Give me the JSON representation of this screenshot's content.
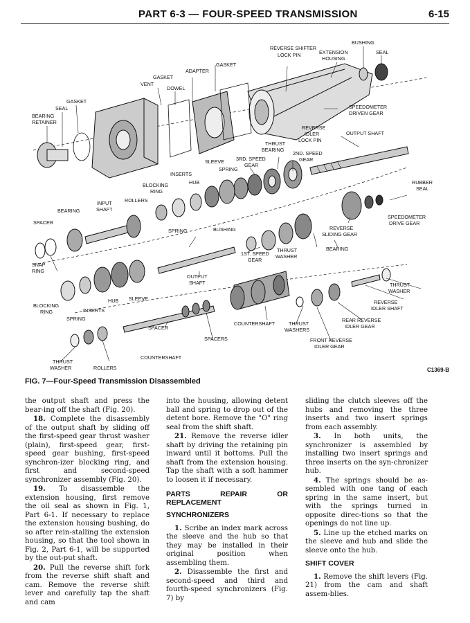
{
  "header": {
    "title": "PART 6-3 — FOUR-SPEED TRANSMISSION",
    "page": "6-15"
  },
  "figure": {
    "code": "C1369-B",
    "caption": "FIG. 7—Four-Speed Transmission Disassembled",
    "labels": {
      "bushing_top": "BUSHING",
      "reverse_shifter": "REVERSE SHIFTER",
      "lock_pin": "LOCK PIN",
      "extension": "EXTENSION",
      "housing": "HOUSING",
      "seal_top": "SEAL",
      "gasket_mid": "GASKET",
      "adapter": "ADAPTER",
      "gasket_vent": "GASKET",
      "vent": "VENT",
      "dowel": "DOWEL",
      "gasket_left": "GASKET",
      "seal_left": "SEAL",
      "bearing_ret1": "BEARING",
      "bearing_ret2": "RETAINER",
      "speedo_driven1": "SPEEDOMETER",
      "speedo_driven2": "DRIVEN GEAR",
      "reverse_idler1": "REVERSE",
      "reverse_idler2": "IDLER",
      "reverse_idler3": "LOCK PIN",
      "output_shaft_top": "OUTPUT SHAFT",
      "thrust_bearing1": "THRUST",
      "thrust_bearing2": "BEARING",
      "second_speed1": "2ND. SPEED",
      "second_speed2": "GEAR",
      "third_speed1": "3RD. SPEED",
      "third_speed2": "GEAR",
      "sleeve_top": "SLEEVE",
      "spring_top": "SPRING",
      "inserts_top": "INSERTS",
      "hub_top": "HUB",
      "blocking_ring1": "BLOCKING",
      "blocking_ring2": "RING",
      "rollers_top": "ROLLERS",
      "input_shaft1": "INPUT",
      "input_shaft2": "SHAFT",
      "bearing_left": "BEARING",
      "spacer_left": "SPACER",
      "rubber_seal1": "RUBBER",
      "rubber_seal2": "SEAL",
      "speedo_drive1": "SPEEDOMETER",
      "speedo_drive2": "DRIVE GEAR",
      "reverse_sliding1": "REVERSE",
      "reverse_sliding2": "SLIDING GEAR",
      "bearing_mid": "BEARING",
      "thrust_washer_mid1": "THRUST",
      "thrust_washer_mid2": "WASHER",
      "first_speed1": "1ST. SPEED",
      "first_speed2": "GEAR",
      "bushing_mid": "BUSHING",
      "spring_mid": "SPRING",
      "snap_ring1": "SNAP",
      "snap_ring2": "RING",
      "output_shaft_mid1": "OUTPUT",
      "output_shaft_mid2": "SHAFT",
      "hub_low": "HUB",
      "sleeve_low": "SLEEVE",
      "blocking_low1": "BLOCKING",
      "blocking_low2": "RING",
      "inserts_low": "INSERTS",
      "spring_low": "SPRING",
      "thrust_washer_r1": "THRUST",
      "thrust_washer_r2": "WASHER",
      "rev_idler_shaft1": "REVERSE",
      "rev_idler_shaft2": "IDLER SHAFT",
      "rear_reverse1": "REAR REVERSE",
      "rear_reverse2": "IDLER GEAR",
      "countershaft_mid": "COUNTERSHAFT",
      "thrust_washers1": "THRUST",
      "thrust_washers2": "WASHERS",
      "front_reverse1": "FRONT REVERSE",
      "front_reverse2": "IDLER GEAR",
      "spacer_low": "SPACER",
      "spacers": "SPACERS",
      "countershaft_low": "COUNTERSHAFT",
      "thrust_washer_l1": "THRUST",
      "thrust_washer_l2": "WASHER",
      "rollers_low": "ROLLERS"
    }
  },
  "col1": {
    "p1": "the output shaft and press the bear-ing off the shaft (Fig. 20).",
    "p2_num": "18.",
    "p2": " Complete the disassembly of the output shaft by sliding off the first-speed gear thrust washer (plain), first-speed gear, first-speed gear bushing, first-speed synchron-izer blocking ring, and first and second-speed synchronizer assembly (Fig. 20).",
    "p3_num": "19.",
    "p3": " To disassemble the extension housing, first remove the oil seal as shown in Fig. 1, Part 6-1. If necessary to replace the extension housing bushing, do so after rein-stalling the extension housing, so that the tool shown in Fig. 2, Part 6-1, will be supported by the out-put shaft.",
    "p4_num": "20.",
    "p4": " Pull the reverse shift fork from the reverse shift shaft and cam. Remove the reverse shift lever and carefully tap the shaft and cam"
  },
  "col2": {
    "p1": "into the housing, allowing detent ball and spring to drop out of the detent bore. Remove the \"O\" ring seal from the shift shaft.",
    "p2_num": "21.",
    "p2": " Remove the reverse idler shaft by driving the retaining pin inward until it bottoms. Pull the shaft from the extension housing. Tap the shaft with a soft hammer to loosen it if necessary.",
    "h_parts": "PARTS REPAIR OR REPLACEMENT",
    "h_sync": "SYNCHRONIZERS",
    "p3_num": "1.",
    "p3": " Scribe an index mark across the sleeve and the hub so that they may be installed in their original position when assembling them.",
    "p4_num": "2.",
    "p4": " Disassemble the first and second-speed and third and fourth-speed synchronizers (Fig. 7) by"
  },
  "col3": {
    "p1": "sliding the clutch sleeves off the hubs and removing the three inserts and two insert springs from each assembly.",
    "p2_num": "3.",
    "p2": " In both units, the synchronizer is assembled by installing two insert springs and three inserts on the syn-chronizer hub.",
    "p3_num": "4.",
    "p3": " The springs should be as-sembled with one tang of each spring in the same insert, but with the springs turned in opposite direc-tions so that the openings do not line up.",
    "p4_num": "5.",
    "p4": " Line up the etched marks on the sleeve and hub and slide the sleeve onto the hub.",
    "h_cover": "SHIFT COVER",
    "p5_num": "1.",
    "p5": " Remove the shift levers (Fig. 21) from the cam and shaft assem-blies."
  }
}
